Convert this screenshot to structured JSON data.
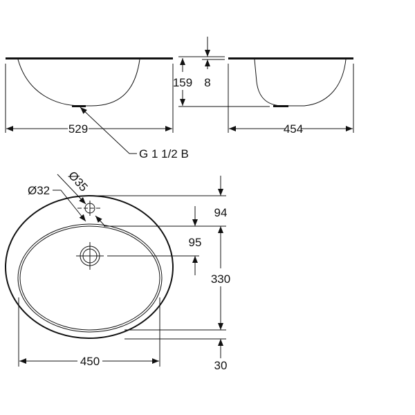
{
  "front_view": {
    "width": "529",
    "drain_thread": "G 1 1/2 B"
  },
  "side_view": {
    "depth": "454",
    "height": "159",
    "rim_thickness": "8"
  },
  "plan_view": {
    "tap_hole_outer": "Ø35",
    "tap_hole_inner": "Ø32",
    "tap_hole_offset": "94",
    "drain_offset": "95",
    "bowl_length": "330",
    "rim_front": "30",
    "bowl_width": "450"
  },
  "colors": {
    "line": "#111111",
    "background": "#ffffff"
  }
}
